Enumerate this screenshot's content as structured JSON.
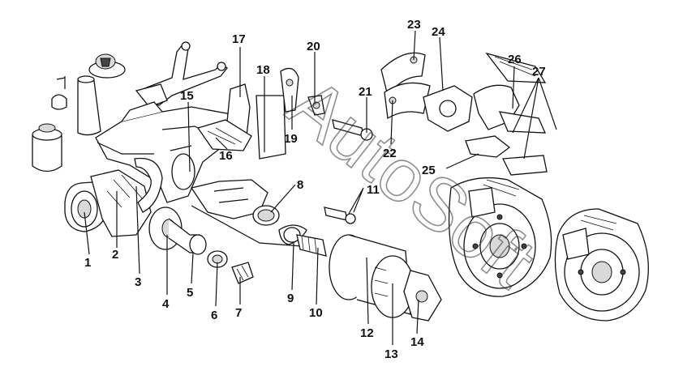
{
  "watermark": "AutoSoft",
  "callouts": [
    {
      "id": "1",
      "label": "1"
    },
    {
      "id": "2",
      "label": "2"
    },
    {
      "id": "3",
      "label": "3"
    },
    {
      "id": "4",
      "label": "4"
    },
    {
      "id": "5",
      "label": "5"
    },
    {
      "id": "6",
      "label": "6"
    },
    {
      "id": "7",
      "label": "7"
    },
    {
      "id": "8",
      "label": "8"
    },
    {
      "id": "9",
      "label": "9"
    },
    {
      "id": "10",
      "label": "10"
    },
    {
      "id": "11",
      "label": "11"
    },
    {
      "id": "12",
      "label": "12"
    },
    {
      "id": "13",
      "label": "13"
    },
    {
      "id": "14",
      "label": "14"
    },
    {
      "id": "15",
      "label": "15"
    },
    {
      "id": "16",
      "label": "16"
    },
    {
      "id": "17",
      "label": "17"
    },
    {
      "id": "18",
      "label": "18"
    },
    {
      "id": "19",
      "label": "19"
    },
    {
      "id": "20",
      "label": "20"
    },
    {
      "id": "21",
      "label": "21"
    },
    {
      "id": "22",
      "label": "22"
    },
    {
      "id": "23",
      "label": "23"
    },
    {
      "id": "24",
      "label": "24"
    },
    {
      "id": "25",
      "label": "25"
    },
    {
      "id": "26",
      "label": "26"
    },
    {
      "id": "27",
      "label": "27"
    }
  ]
}
